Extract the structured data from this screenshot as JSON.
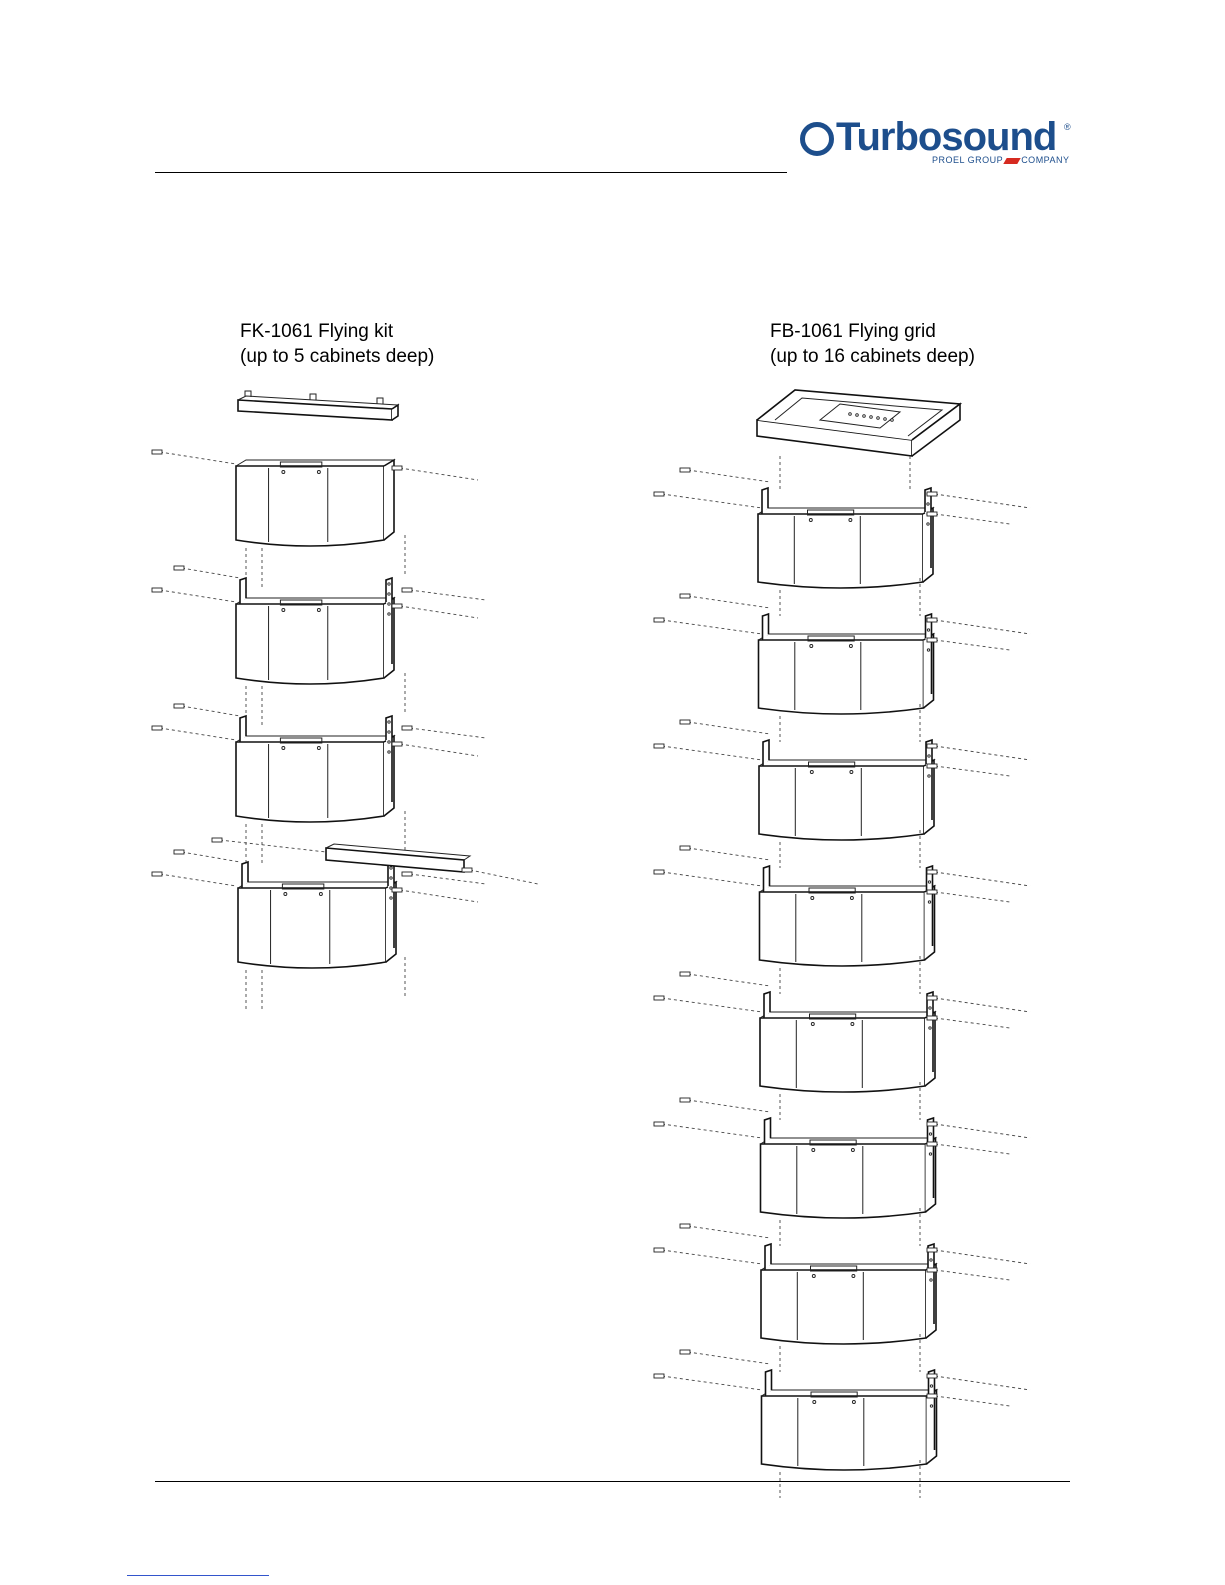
{
  "header": {
    "logo": {
      "brand": "Turbosound",
      "registered": "®",
      "tagline_left": "PROEL GROUP",
      "tagline_right": "COMPANY",
      "color": "#1d4e8c",
      "accent_color": "#d62a20"
    }
  },
  "left_assembly": {
    "title": "FK-1061 Flying kit",
    "subtitle": "(up to 5 cabinets deep)",
    "cabinet_count": 4,
    "has_top_bar": true,
    "has_pullback_bar": true
  },
  "right_assembly": {
    "title": "FB-1061 Flying grid",
    "subtitle": "(up to 16 cabinets deep)",
    "cabinet_count": 8,
    "has_grid_frame": true
  },
  "icons": {
    "cabinet": "line-array-cabinet-icon",
    "pin": "quick-release-pin-icon"
  }
}
